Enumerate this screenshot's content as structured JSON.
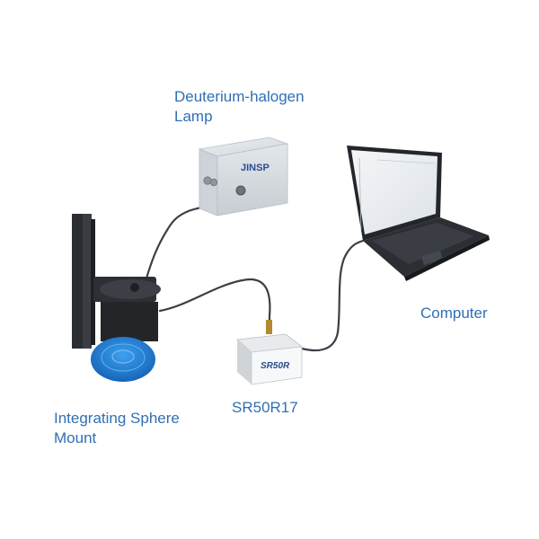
{
  "labels": {
    "lamp_line1": "Deuterium-halogen",
    "lamp_line2": "Lamp",
    "computer": "Computer",
    "spectrometer": "SR50R17",
    "sphere_line1": "Integrating Sphere",
    "sphere_line2": "Mount"
  },
  "lamp": {
    "brand": "JINSP"
  },
  "spectrometer": {
    "logo": "SR50R"
  },
  "colors": {
    "label": "#2f6fb5",
    "cable": "#3b3f46",
    "sphere_base": "#1e7fd6",
    "lamp_body": "#d9dee3",
    "laptop_body": "#23262b"
  }
}
